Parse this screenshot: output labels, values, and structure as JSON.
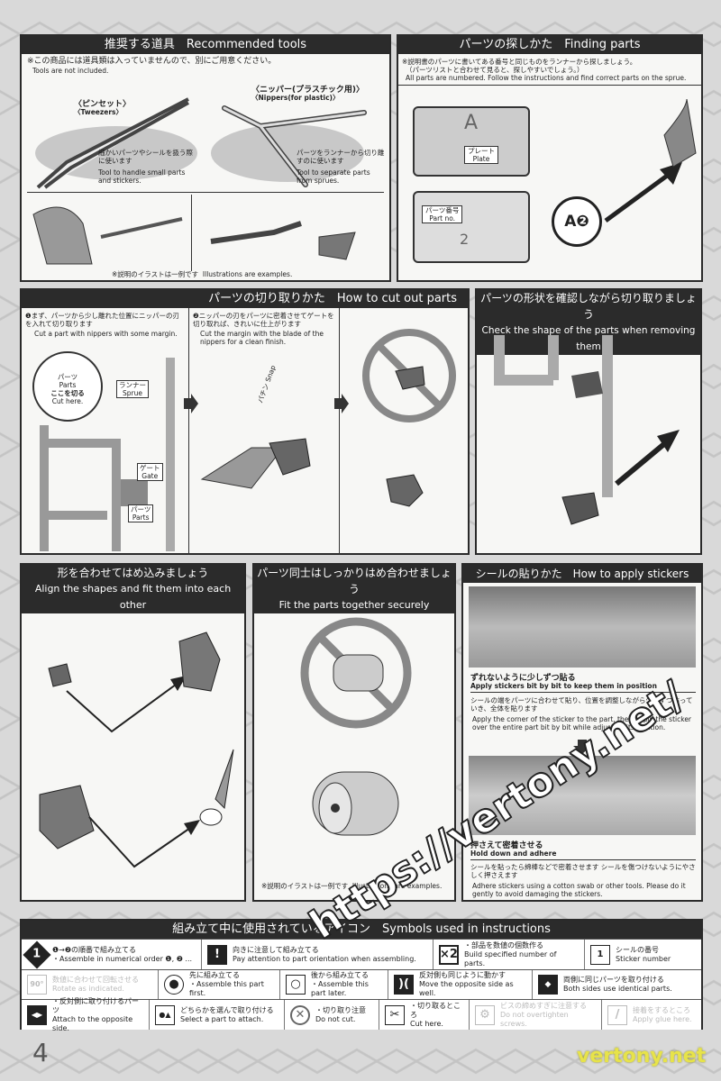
{
  "tools": {
    "title": "推奨する道具　Recommended tools",
    "note_jp": "※この商品には道具類は入っていませんので、別にご用意ください。",
    "note_en": "Tools are not included.",
    "tweezers_jp": "〈ピンセット〉",
    "tweezers_en": "〈Tweezers〉",
    "tweezers_desc_jp": "細かいパーツやシールを扱う際に使います",
    "tweezers_desc_en": "Tool to handle small parts and stickers.",
    "nippers_jp": "〈ニッパー(プラスチック用)〉",
    "nippers_en": "〈Nippers(for plastic)〉",
    "nippers_desc_jp": "パーツをランナーから切り離すのに使います",
    "nippers_desc_en": "Tool to separate parts from sprues.",
    "illustration_note_jp": "※説明のイラストは一例です",
    "illustration_note_en": "Illustrations are examples."
  },
  "finding": {
    "title": "パーツの探しかた　Finding parts",
    "note_jp1": "※説明書のパーツに書いてある番号と同じものをランナーから探しましょう。",
    "note_jp2": "（パーツリストと合わせて見ると、探しやすいでしょう。）",
    "note_en": "All parts are numbered. Follow the instructions and find correct parts on the sprue.",
    "plate_jp": "プレート",
    "plate_en": "Plate",
    "plate_letter": "A",
    "partno_jp": "パーツ番号",
    "partno_en": "Part no.",
    "partno_num": "2",
    "callout": "A❷"
  },
  "cut": {
    "title": "パーツの切り取りかた　How to cut out parts",
    "step1_jp": "❶まず、パーツから少し離れた位置にニッパーの刃を入れて切り取ります",
    "step1_en": "Cut a part with nippers with some margin.",
    "step2_jp": "❷ニッパーの刃をパーツに密着させてゲートを切り取れば、きれいに仕上がります",
    "step2_en": "Cut the margin with the blade of the nippers for a clean finish.",
    "parts_jp": "パーツ",
    "parts_en": "Parts",
    "cuthere_jp": "ここを切る",
    "cuthere_en": "Cut here.",
    "sprue_jp": "ランナー",
    "sprue_en": "Sprue",
    "gate_jp": "ゲート",
    "gate_en": "Gate",
    "snap": "パチン Snap"
  },
  "shape": {
    "title_jp": "パーツの形状を確認しながら切り取りましょう",
    "title_en": "Check the shape of the parts when removing them"
  },
  "align": {
    "title_jp": "形を合わせてはめ込みましょう",
    "title_en": "Align the shapes and fit them into each other"
  },
  "fit": {
    "title_jp": "パーツ同士はしっかりはめ合わせましょう",
    "title_en": "Fit the parts together securely",
    "note_jp": "※説明のイラストは一例です",
    "note_en": "Illustrations are examples."
  },
  "stickers": {
    "title": "シールの貼りかた　How to apply stickers",
    "h1_jp": "ずれないように少しずつ貼る",
    "h1_en": "Apply stickers bit by bit to keep them in position",
    "p1_jp": "シールの端をパーツに合わせて貼り、位置を調整しながら少しずつ貼っていき、全体を貼ります",
    "p1_en": "Apply the corner of the sticker to the part, then apply the sticker over the entire part bit by bit while adjusting its position.",
    "h2_jp": "押さえて密着させる",
    "h2_en": "Hold down and adhere",
    "p2_jp": "シールを貼ったら綿棒などで密着させます シールを傷つけないようにやさしく押さえます",
    "p2_en": "Adhere stickers using a cotton swab or other tools. Please do it gently to avoid damaging the stickers."
  },
  "legend": {
    "title": "組み立て中に使用されているアイコン　Symbols used in instructions",
    "rows": [
      [
        {
          "icon": "1",
          "jp": "❶→❷の順番で組み立てる",
          "en": "・Assemble in numerical order ❶, ❷ ..."
        },
        {
          "icon": "!",
          "jp": "向きに注意して組み立てる",
          "en": "Pay attention to part orientation when assembling."
        },
        {
          "icon": "×2",
          "jp": "・部品を数値の個数作る",
          "en": "Build specified number of parts."
        },
        {
          "icon": "1",
          "jp": "シールの番号",
          "en": "Sticker number"
        }
      ],
      [
        {
          "icon": "90°",
          "jp": "数値に合わせて回転させる",
          "en": "Rotate as indicated."
        },
        {
          "icon": "●",
          "jp": "先に組み立てる",
          "en": "・Assemble this part first."
        },
        {
          "icon": "○",
          "jp": "後から組み立てる",
          "en": "・Assemble this part later."
        },
        {
          "icon": ")(",
          "jp": "反対側も同じように動かす",
          "en": "Move the opposite side as well."
        },
        {
          "icon": "◆",
          "jp": "両側に同じパーツを取り付ける",
          "en": "Both sides use identical parts."
        }
      ],
      [
        {
          "icon": "◀▶",
          "jp": "・反対側に取り付けるパーツ",
          "en": "Attach to the opposite side."
        },
        {
          "icon": "●▲",
          "jp": "どちらかを選んで取り付ける",
          "en": "Select a part to attach."
        },
        {
          "icon": "✕",
          "jp": "・切り取り注意",
          "en": "Do not cut."
        },
        {
          "icon": "✂",
          "jp": "・切り取るところ",
          "en": "Cut here."
        },
        {
          "icon": "⚙",
          "jp": "ビスの締めすぎに注意する",
          "en": "Do not overtighten screws."
        },
        {
          "icon": "/",
          "jp": "接着をするところ",
          "en": "Apply glue here."
        }
      ]
    ]
  },
  "page_number": "4",
  "watermark_url": "https://vertony.net/",
  "watermark_brand": "vertony.net"
}
